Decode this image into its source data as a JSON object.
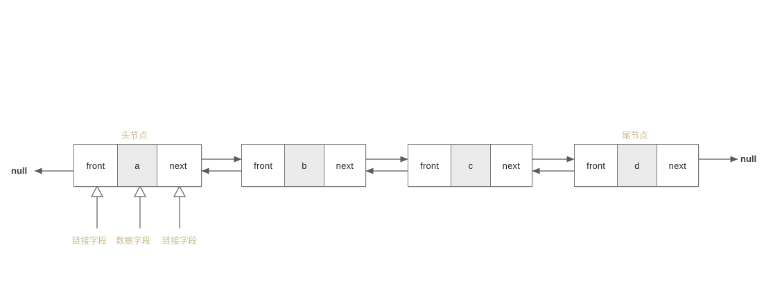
{
  "diagram": {
    "title_left_terminator": "null",
    "title_right_terminator": "null",
    "head_caption": "头节点",
    "tail_caption": "尾节点",
    "field_labels": {
      "link_field_left": "链接字段",
      "data_field": "数据字段",
      "link_field_right": "链接字段"
    },
    "colors": {
      "caption": "#c8bb8c",
      "box_border": "#777777",
      "data_cell_fill": "#ebebeb",
      "arrow": "#5a5a5a",
      "text": "#262626",
      "null_text": "#3c3c46"
    },
    "nodes": [
      {
        "id": "node-1",
        "front": "front",
        "data": "a",
        "next": "next"
      },
      {
        "id": "node-2",
        "front": "front",
        "data": "b",
        "next": "next"
      },
      {
        "id": "node-3",
        "front": "front",
        "data": "c",
        "next": "next"
      },
      {
        "id": "node-4",
        "front": "front",
        "data": "d",
        "next": "next"
      }
    ]
  }
}
